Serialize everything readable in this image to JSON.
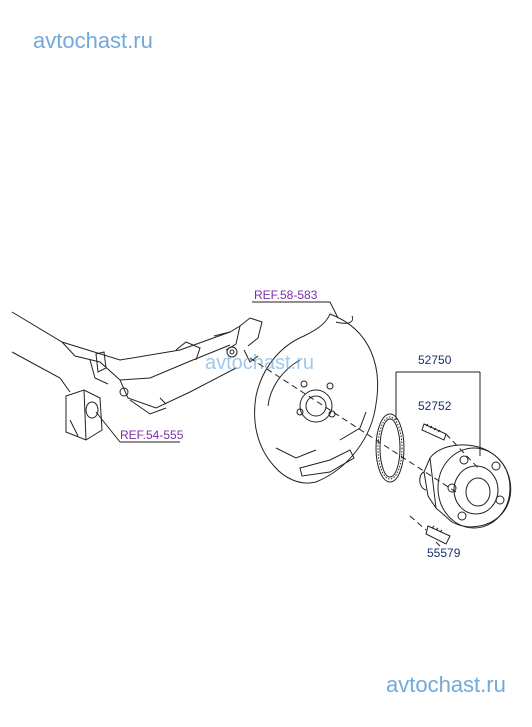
{
  "watermarks": {
    "top": "avtochast.ru",
    "middle": "avtochast.ru",
    "bottom": "avtochast.ru"
  },
  "callouts": {
    "ref_brake_plate": "REF.58-583",
    "ref_axle": "REF.54-555",
    "hub_assembly": "52750",
    "hub_bolt": "52752",
    "wheel_bolt": "55579"
  },
  "colors": {
    "ref_label": "#7b2ea8",
    "part_label": "#1a2e6e",
    "watermark": "#5a9bd5",
    "line": "#222222"
  }
}
